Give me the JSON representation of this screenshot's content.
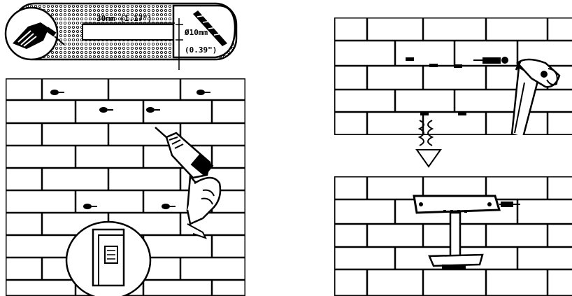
{
  "callout": {
    "depth_text": "30mm (1.17\")",
    "diameter_text": "Ø10mm",
    "diameter_inch_text": "(0.39\")",
    "icons": [
      "drill-bit-icon",
      "drill-chuck-icon"
    ]
  },
  "steps": [
    {
      "id": "drill-holes",
      "icon": "hand-drill-icon",
      "inset_icon": "wall-box-icon"
    },
    {
      "id": "insert-anchors",
      "icon": "hammer-icon"
    },
    {
      "id": "mount-fixture",
      "icon": "mounted-fixture-icon"
    }
  ],
  "arrow_icon": "down-arrow-icon",
  "colors": {
    "ink": "#000000",
    "paper": "#ffffff",
    "dots": "#222222"
  }
}
